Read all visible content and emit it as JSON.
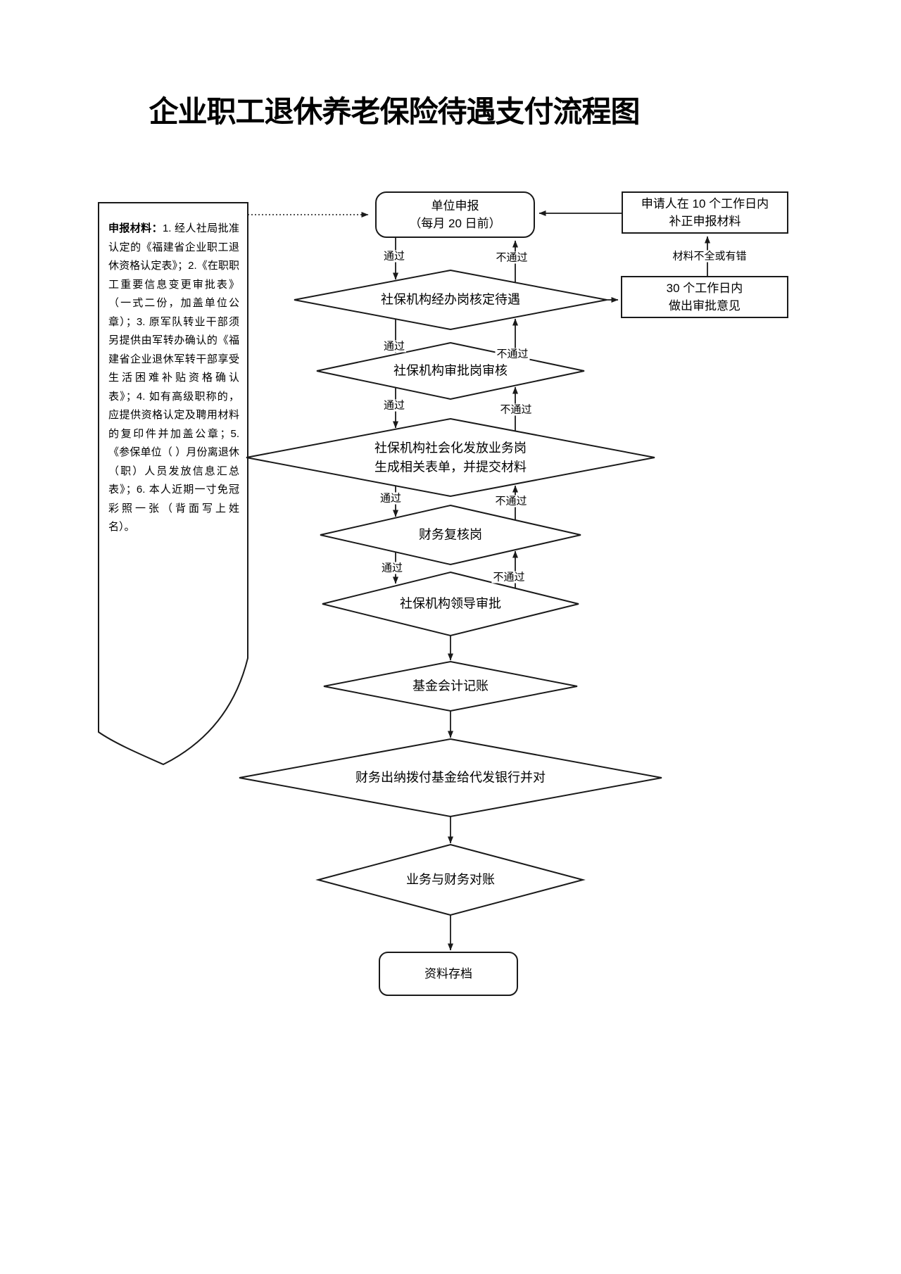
{
  "title": "企业职工退休养老保险待遇支付流程图",
  "note": {
    "label": "申报材料：",
    "body": "1. 经人社局批准认定的《福建省企业职工退休资格认定表》；2.《在职职工重要信息变更审批表》（一式二份，加盖单位公章）；3. 原军队转业干部须另提供由军转办确认的《福建省企业退休军转干部享受生活困难补贴资格确认表》；4. 如有高级职称的，应提供资格认定及聘用材料的复印件并加盖公章；5.《参保单位（ ）月份离退休（职）人员发放信息汇总表》；6. 本人近期一寸免冠彩照一张（背面写上姓名）。"
  },
  "nodes": {
    "declare": {
      "line1": "单位申报",
      "line2": "（每月 20 日前）"
    },
    "applicant": {
      "line1": "申请人在 10 个工作日内",
      "line2": "补正申报材料"
    },
    "review30": {
      "line1": "30 个工作日内",
      "line2": "做出审批意见"
    },
    "d1": "社保机构经办岗核定待遇",
    "d2": "社保机构审批岗审核",
    "d3": {
      "line1": "社保机构社会化发放业务岗",
      "line2": "生成相关表单，并提交材料"
    },
    "d4": "财务复核岗",
    "d5": "社保机构领导审批",
    "d6": "基金会计记账",
    "d7": "财务出纳拨付基金给代发银行并对",
    "d8": "业务与财务对账",
    "archive": "资料存档"
  },
  "labels": {
    "pass": "通过",
    "fail": "不通过",
    "incomplete": "材料不全或有错"
  }
}
